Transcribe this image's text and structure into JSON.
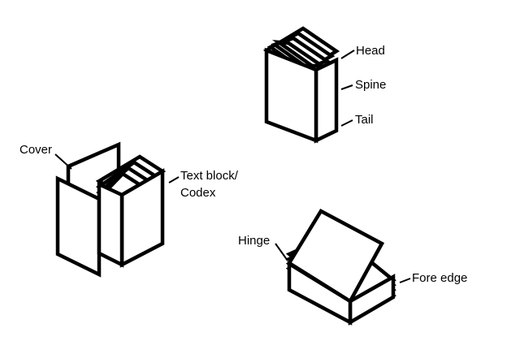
{
  "labels": {
    "head": "Head",
    "spine": "Spine",
    "tail": "Tail",
    "cover": "Cover",
    "text_block_line1": "Text block/",
    "text_block_line2": "Codex",
    "hinge": "Hinge",
    "fore_edge": "Fore edge"
  },
  "colors": {
    "ink": "#000000",
    "background": "#ffffff"
  }
}
